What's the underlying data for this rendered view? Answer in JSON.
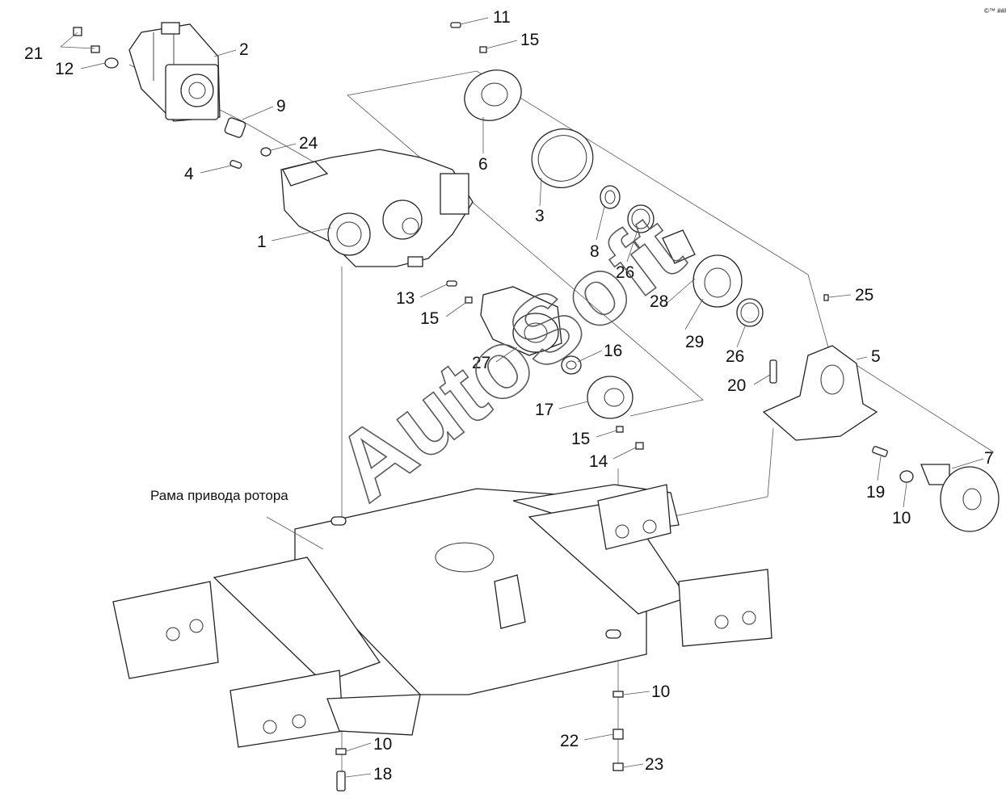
{
  "frame_caption": "Рама привода ротора",
  "watermark": "AutoSoft",
  "corner_mark": "©™ ###",
  "callouts": [
    {
      "id": "c21",
      "text": "21"
    },
    {
      "id": "c12",
      "text": "12"
    },
    {
      "id": "c2",
      "text": "2"
    },
    {
      "id": "c9",
      "text": "9"
    },
    {
      "id": "c24",
      "text": "24"
    },
    {
      "id": "c4",
      "text": "4"
    },
    {
      "id": "c1",
      "text": "1"
    },
    {
      "id": "c11",
      "text": "11"
    },
    {
      "id": "c15a",
      "text": "15"
    },
    {
      "id": "c6",
      "text": "6"
    },
    {
      "id": "c3",
      "text": "3"
    },
    {
      "id": "c8",
      "text": "8"
    },
    {
      "id": "c26a",
      "text": "26"
    },
    {
      "id": "c28",
      "text": "28"
    },
    {
      "id": "c29",
      "text": "29"
    },
    {
      "id": "c26b",
      "text": "26"
    },
    {
      "id": "c25",
      "text": "25"
    },
    {
      "id": "c5",
      "text": "5"
    },
    {
      "id": "c20",
      "text": "20"
    },
    {
      "id": "c13",
      "text": "13"
    },
    {
      "id": "c15b",
      "text": "15"
    },
    {
      "id": "c27",
      "text": "27"
    },
    {
      "id": "c16",
      "text": "16"
    },
    {
      "id": "c17",
      "text": "17"
    },
    {
      "id": "c15c",
      "text": "15"
    },
    {
      "id": "c14",
      "text": "14"
    },
    {
      "id": "c7",
      "text": "7"
    },
    {
      "id": "c19",
      "text": "19"
    },
    {
      "id": "c10a",
      "text": "10"
    },
    {
      "id": "c10b",
      "text": "10"
    },
    {
      "id": "c22",
      "text": "22"
    },
    {
      "id": "c23",
      "text": "23"
    },
    {
      "id": "c10c",
      "text": "10"
    },
    {
      "id": "c18",
      "text": "18"
    }
  ]
}
